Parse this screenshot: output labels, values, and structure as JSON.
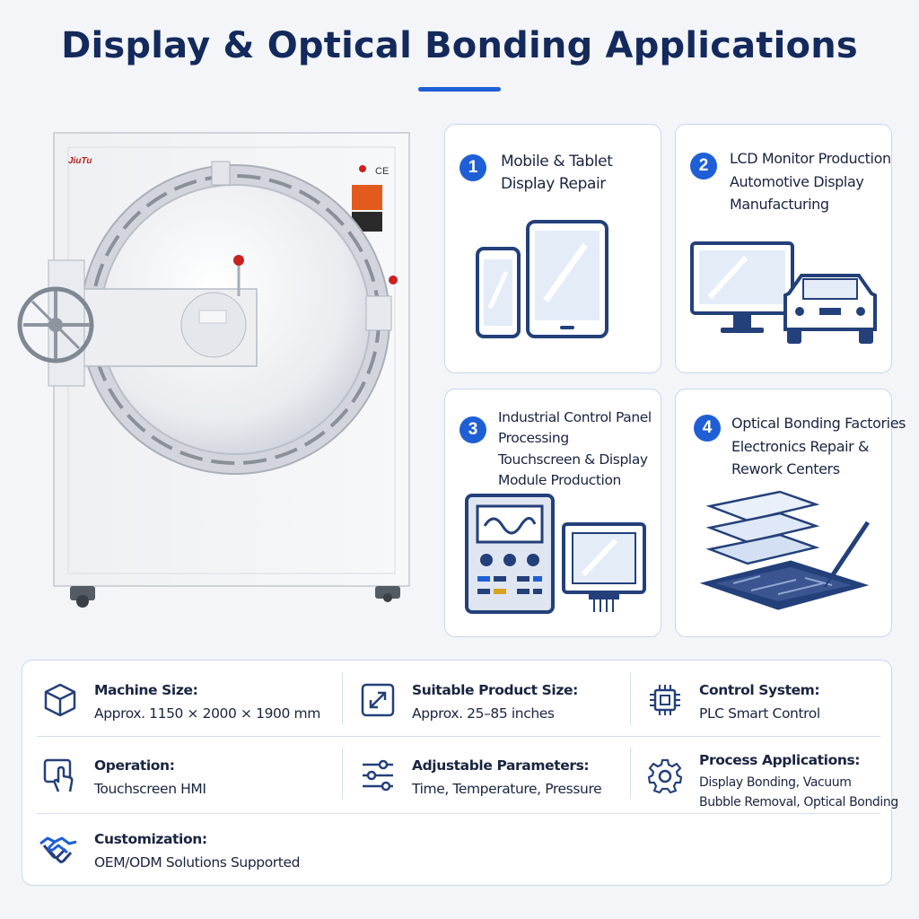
{
  "title": "Display & Optical Bonding Applications",
  "colors": {
    "accent": "#1f5fd6",
    "navy": "#142a5c",
    "border": "#c9d7ec"
  },
  "machine": {
    "brand": "JiuTu",
    "certification": "CE"
  },
  "applications": [
    {
      "number": "1",
      "lines": [
        "Mobile & Tablet",
        "Display Repair"
      ],
      "icon": "phone-tablet-icon"
    },
    {
      "number": "2",
      "lines": [
        "LCD Monitor Production",
        "Automotive Display",
        "Manufacturing"
      ],
      "icon": "monitor-car-icon"
    },
    {
      "number": "3",
      "lines": [
        "Industrial Control Panel",
        "Processing",
        "Touchscreen & Display",
        "Module Production"
      ],
      "icon": "control-panel-icon"
    },
    {
      "number": "4",
      "lines": [
        "Optical Bonding Factories",
        "Electronics Repair &",
        "Rework Centers"
      ],
      "icon": "layered-display-icon"
    }
  ],
  "specs": {
    "machine_size": {
      "label": "Machine Size:",
      "value": "Approx. 1150 × 2000 × 1900 mm",
      "icon": "cube-icon"
    },
    "product_size": {
      "label": "Suitable Product Size:",
      "value": "Approx. 25–85 inches",
      "icon": "resize-icon"
    },
    "control_system": {
      "label": "Control System:",
      "value": "PLC Smart Control",
      "icon": "chip-icon"
    },
    "operation": {
      "label": "Operation:",
      "value": "Touchscreen HMI",
      "icon": "touch-icon"
    },
    "parameters": {
      "label": "Adjustable Parameters:",
      "value": "Time, Temperature, Pressure",
      "icon": "sliders-icon"
    },
    "process": {
      "label": "Process Applications:",
      "value_lines": [
        "Display Bonding, Vacuum",
        "Bubble Removal, Optical Bonding"
      ],
      "icon": "gear-icon"
    },
    "customization": {
      "label": "Customization:",
      "value": "OEM/ODM Solutions Supported",
      "icon": "handshake-icon"
    }
  }
}
